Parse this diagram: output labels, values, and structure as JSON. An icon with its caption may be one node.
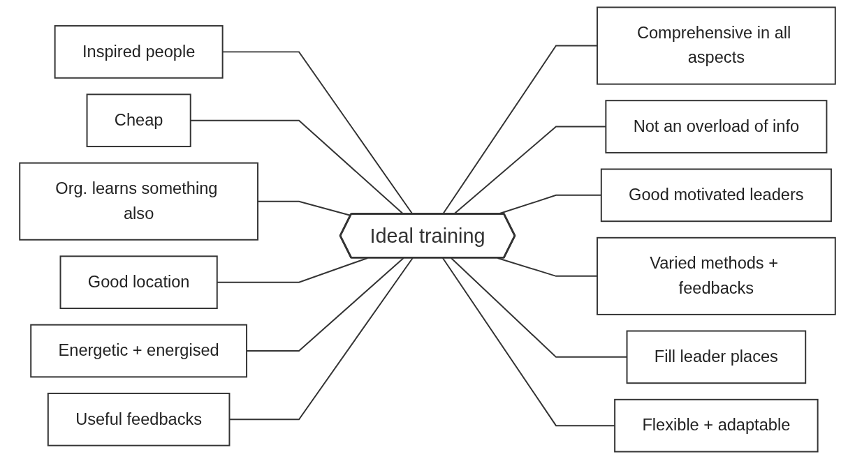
{
  "diagram": {
    "nodes": [
      {
        "text": [
          "Ideal training"
        ]
      },
      {
        "text": [
          "Comprehensive in all aspects"
        ]
      },
      {
        "text": [
          "Inspired people"
        ]
      },
      {
        "text": [
          "Cheap"
        ]
      },
      {
        "text": [
          "Not an overload of info"
        ]
      },
      {
        "text": [
          "Good motivated leaders"
        ]
      },
      {
        "text": [
          "Org. learns something also"
        ]
      },
      {
        "text": [
          "Good location"
        ]
      },
      {
        "text": [
          "Varied methods + feedbacks"
        ]
      },
      {
        "text": [
          "Energetic + energised"
        ]
      },
      {
        "text": [
          "Fill leader places"
        ]
      },
      {
        "text": [
          "Useful feedbacks"
        ]
      },
      {
        "text": [
          "Flexible + adaptable"
        ]
      }
    ],
    "edges": [
      {
        "from": 0,
        "to": 1,
        "arrow": "none"
      },
      {
        "from": 0,
        "to": 2,
        "arrow": "none"
      },
      {
        "from": 0,
        "to": 3,
        "arrow": "none"
      },
      {
        "from": 0,
        "to": 4,
        "arrow": "none"
      },
      {
        "from": 0,
        "to": 5,
        "arrow": "none"
      },
      {
        "from": 0,
        "to": 6,
        "arrow": "none"
      },
      {
        "from": 0,
        "to": 7,
        "arrow": "none"
      },
      {
        "from": 0,
        "to": 8,
        "arrow": "none"
      },
      {
        "from": 0,
        "to": 9,
        "arrow": "none"
      },
      {
        "from": 0,
        "to": 10,
        "arrow": "none"
      },
      {
        "from": 0,
        "to": 11,
        "arrow": "none"
      },
      {
        "from": 0,
        "to": 12,
        "arrow": "none"
      }
    ]
  }
}
